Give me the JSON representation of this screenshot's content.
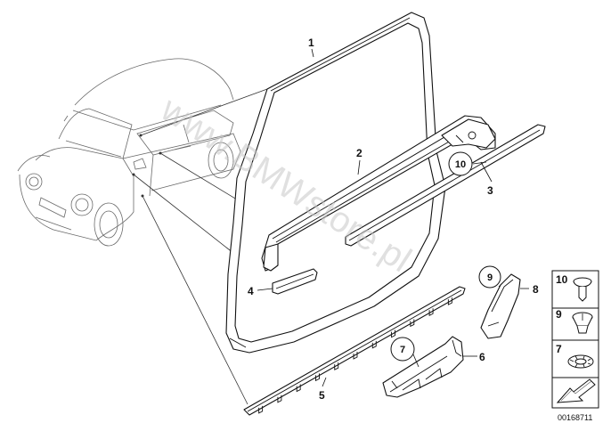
{
  "watermark": "www.BMWstore.pl",
  "callouts": {
    "c1": "1",
    "c2": "2",
    "c3": "3",
    "c4": "4",
    "c5": "5",
    "c6": "6",
    "c8": "8"
  },
  "circled_labels": {
    "c10": "10",
    "c9": "9",
    "c7": "7"
  },
  "legend": {
    "item10": "10",
    "item9": "9",
    "item7": "7"
  },
  "document_number": "00168711"
}
